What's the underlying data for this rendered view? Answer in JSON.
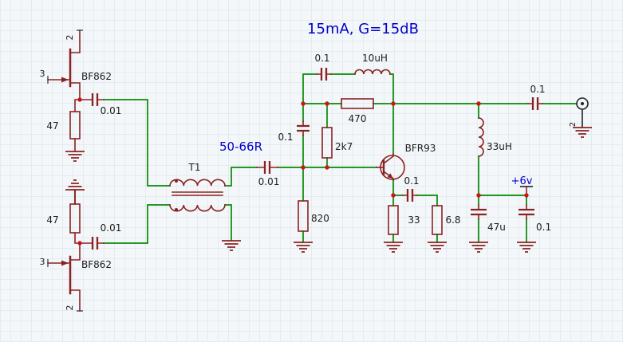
{
  "title": "15mA, G=15dB",
  "notes": {
    "impedance": "50-66R",
    "supply": "+6v"
  },
  "labels": {
    "q1_ref": "BF862",
    "q1_gate_pin": "3",
    "q1_drain_pin": "2",
    "q2_ref": "BF862",
    "q2_gate_pin": "3",
    "q2_drain_pin": "2",
    "r1": "47",
    "r2": "47",
    "c1": "0.01",
    "c2": "0.01",
    "t1_ref": "T1",
    "c3": "0.01",
    "c4": "0.1",
    "l1": "10uH",
    "r3": "470",
    "c5": "0.1",
    "r4": "2k7",
    "r5": "820",
    "q3_ref": "BFR93",
    "c6": "0.1",
    "r6": "33",
    "r7": "6.8",
    "l2": "33uH",
    "c7": "47u",
    "c8": "0.1",
    "c9": "0.1",
    "out_pin": "2"
  },
  "colors": {
    "wire": "#068a06",
    "component": "#8b2222",
    "junction": "#cc1515",
    "annotation": "#0202cc",
    "text": "#1c1c1c",
    "background": "#f4f7f9"
  }
}
